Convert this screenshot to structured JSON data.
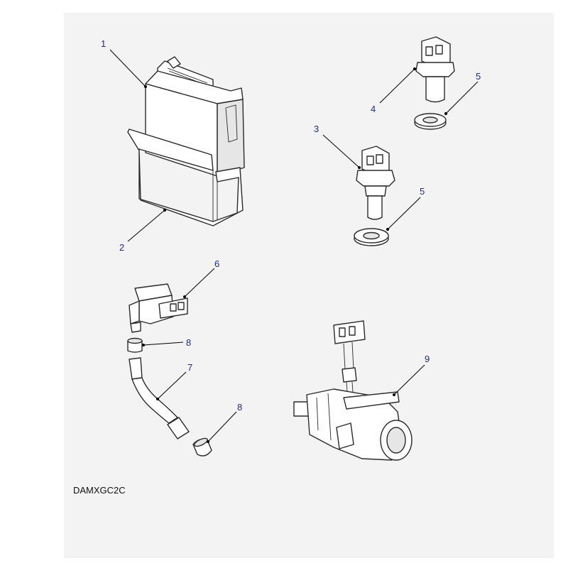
{
  "callouts": {
    "c1": "1",
    "c2": "2",
    "c3": "3",
    "c4": "4",
    "c5a": "5",
    "c5b": "5",
    "c6": "6",
    "c7": "7",
    "c8a": "8",
    "c8b": "8",
    "c9": "9"
  },
  "drawing_code": "DAMXGC2C",
  "colors": {
    "callout_text": "#1f2a80",
    "panel": "#f3f3f3"
  }
}
